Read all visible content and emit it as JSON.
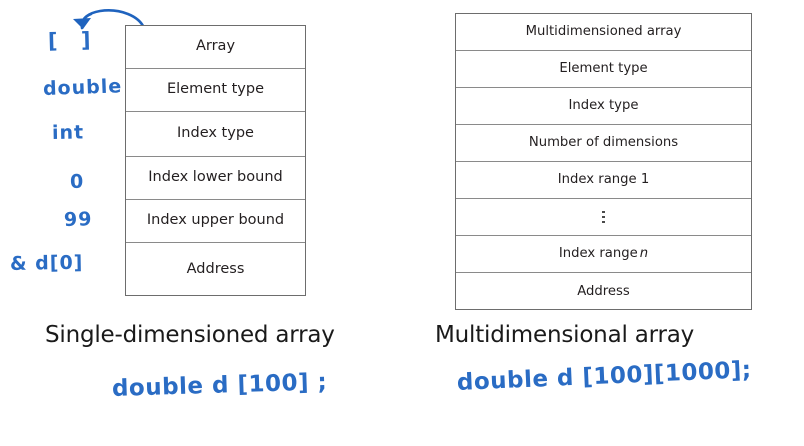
{
  "diagram": {
    "single_array": {
      "caption": "Single-dimensioned array",
      "rows": [
        "Array",
        "Element type",
        "Index type",
        "Index lower bound",
        "Index upper bound",
        "Address"
      ],
      "code_example": "double d [100] ;"
    },
    "multi_array": {
      "caption": "Multidimensional array",
      "rows": [
        "Multidimensioned array",
        "Element type",
        "Index type",
        "Number of dimensions",
        "Index range 1",
        "⋮",
        "Index range ",
        "Address"
      ],
      "index_range_n_suffix": "n",
      "code_example": "double d [100][1000];"
    },
    "annotations": {
      "brackets": "[  ]",
      "element_type": "double",
      "index_type": "int",
      "index_lower_bound": "0",
      "index_upper_bound": "99",
      "address": "& d[0]"
    },
    "colors": {
      "handwriting_blue": "#2a6cc4",
      "table_border": "#6d6d6d",
      "row_divider": "#8a8a8a",
      "text": "#231f20",
      "caption_text": "#1a1a1a",
      "background": "#ffffff"
    },
    "icons": {
      "pointer_arrow": "curved-arrow-icon",
      "vertical_ellipsis": "vertical-ellipsis-icon"
    }
  }
}
